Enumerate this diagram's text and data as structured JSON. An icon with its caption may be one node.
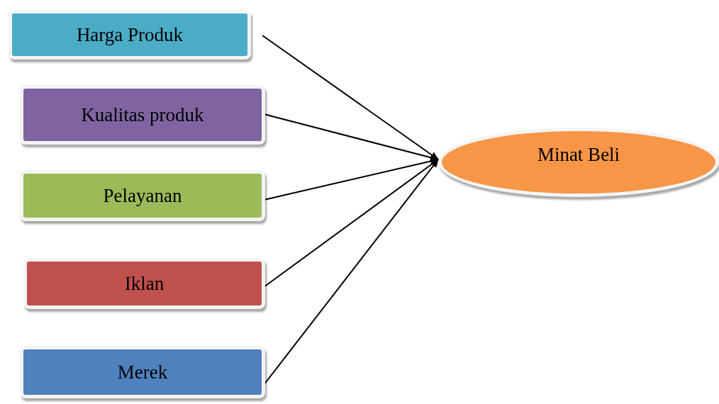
{
  "diagram": {
    "nodes": [
      {
        "text": [
          "Harga Produk"
        ]
      },
      {
        "text": [
          "Kualitas produk"
        ]
      },
      {
        "text": [
          "Pelayanan"
        ]
      },
      {
        "text": [
          "Iklan"
        ]
      },
      {
        "text": [
          "Merek"
        ]
      },
      {
        "text": [
          "Minat Beli"
        ]
      }
    ],
    "edges": [
      {
        "from": 0,
        "to": 5,
        "arrow": "to"
      },
      {
        "from": 1,
        "to": 5,
        "arrow": "to"
      },
      {
        "from": 2,
        "to": 5,
        "arrow": "to"
      },
      {
        "from": 3,
        "to": 5,
        "arrow": "to"
      },
      {
        "from": 4,
        "to": 5,
        "arrow": "to"
      }
    ]
  }
}
